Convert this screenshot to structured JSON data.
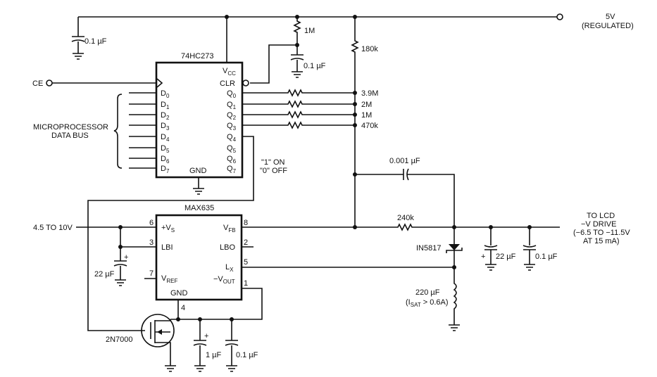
{
  "supply": {
    "label": "5V",
    "note": "(REGULATED)"
  },
  "ic1": {
    "name": "74HC273",
    "vcc": {
      "main": "V",
      "sub": "CC"
    },
    "clr": "CLR",
    "gnd": "GND",
    "d_pins": [
      [
        "D",
        "0"
      ],
      [
        "D",
        "1"
      ],
      [
        "D",
        "2"
      ],
      [
        "D",
        "3"
      ],
      [
        "D",
        "4"
      ],
      [
        "D",
        "5"
      ],
      [
        "D",
        "6"
      ],
      [
        "D",
        "7"
      ]
    ],
    "q_pins": [
      [
        "Q",
        "0"
      ],
      [
        "Q",
        "1"
      ],
      [
        "Q",
        "2"
      ],
      [
        "Q",
        "3"
      ],
      [
        "Q",
        "4"
      ],
      [
        "Q",
        "5"
      ],
      [
        "Q",
        "6"
      ],
      [
        "Q",
        "7"
      ]
    ]
  },
  "ce_label": "CE",
  "bus_label": [
    "MICROPROCESSOR",
    "DATA BUS"
  ],
  "q4_note": [
    "\"1\" ON",
    "\"0\" OFF"
  ],
  "components": {
    "c_top_left": "0.1 µF",
    "r_clr": "1M",
    "c_clr": "0.1 µF",
    "r_180k": "180k",
    "r_q": [
      "3.9M",
      "2M",
      "1M",
      "470k"
    ],
    "c_ff": "0.001 µF",
    "r_240k": "240k",
    "diode": "IN5817",
    "inductor": {
      "value": "220 µF",
      "note_pre": "(I",
      "note_sub": "SAT",
      "note_post": " > 0.6A)"
    },
    "c_out1": "22 µF",
    "c_out2": "0.1 µF",
    "c_in": "22 µF",
    "c_vout1": "1 µF",
    "c_vout2": "0.1 µF",
    "mosfet": "2N7000",
    "plus": "+"
  },
  "ic2": {
    "name": "MAX635",
    "vs": {
      "main": "+V",
      "sub": "S"
    },
    "lbi": "LBI",
    "vref": {
      "main": "V",
      "sub": "REF"
    },
    "gnd": "GND",
    "vfb": {
      "main": "V",
      "sub": "FB"
    },
    "lbo": "LBO",
    "lx": {
      "main": "L",
      "sub": "X"
    },
    "vout": {
      "main": "−V",
      "sub": "OUT"
    },
    "pin_numbers": {
      "vs": "6",
      "lbi": "3",
      "vref": "7",
      "gnd": "4",
      "vfb": "8",
      "lbo": "2",
      "lx": "5",
      "vout": "1"
    }
  },
  "input_label": "4.5 TO 10V",
  "output_label": [
    "TO LCD",
    "−V DRIVE",
    "(−6.5 TO −11.5V",
    "AT 15 mA)"
  ]
}
